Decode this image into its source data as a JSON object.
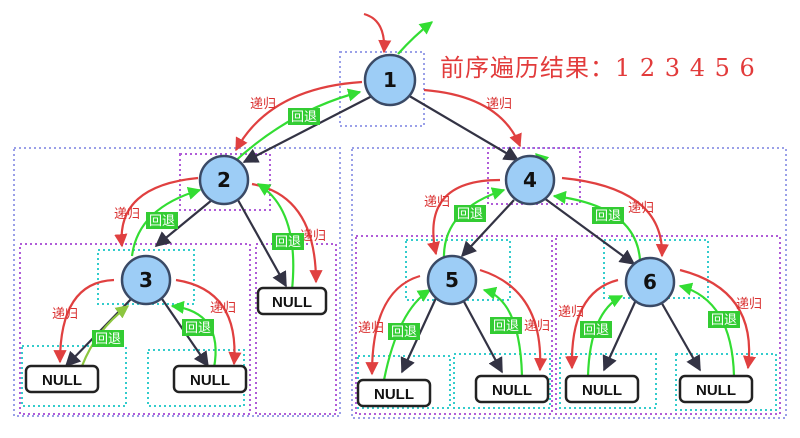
{
  "result": {
    "label": "前序遍历结果：",
    "values": "1 2 3 4 5 6"
  },
  "nodes": [
    {
      "id": "n1",
      "label": "1"
    },
    {
      "id": "n2",
      "label": "2"
    },
    {
      "id": "n3",
      "label": "3"
    },
    {
      "id": "n4",
      "label": "4"
    },
    {
      "id": "n5",
      "label": "5"
    },
    {
      "id": "n6",
      "label": "6"
    }
  ],
  "null_label": "NULL",
  "recurse_label": "递归",
  "return_label": "回退",
  "colors": {
    "node_fill": "#9dcdf6",
    "node_stroke": "#3a4a66",
    "recurse": "#e04040",
    "return": "#33dd33",
    "edge": "#333344",
    "subtree_box": "#9aa0e8",
    "root_box": "#b05cd8",
    "leaf_box": "#33cccc"
  }
}
